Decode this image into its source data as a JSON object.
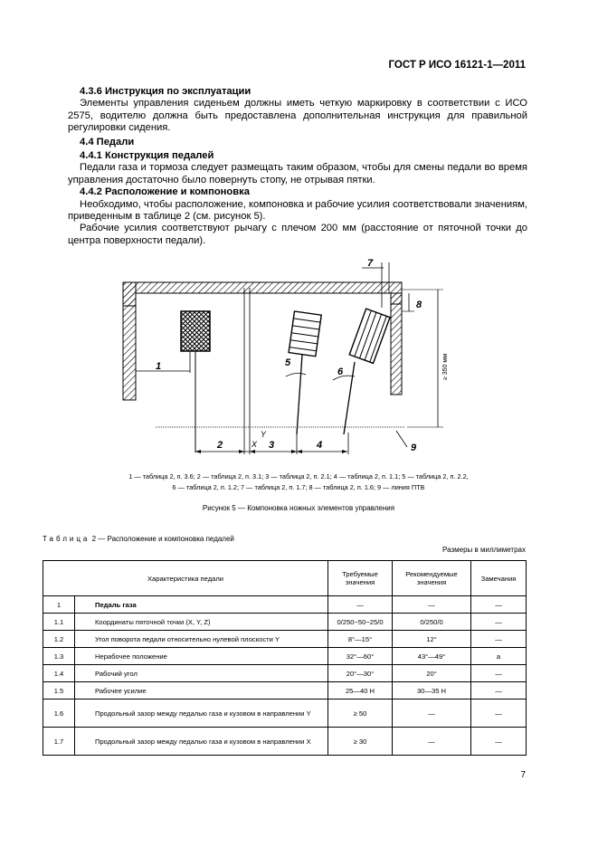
{
  "header": {
    "standard": "ГОСТ Р ИСО 16121-1—2011"
  },
  "sections": {
    "s436_title": "4.3.6 Инструкция по эксплуатации",
    "s436_text": "Элементы управления сиденьем должны иметь четкую маркировку в соответствии с ИСО 2575, водителю должна быть предоставлена дополнительная инструкция для правильной регулировки сидения.",
    "s44_title": "4.4 Педали",
    "s441_title": "4.4.1 Конструкция педалей",
    "s441_text": "Педали газа и тормоза следует размещать таким образом, чтобы для смены педали во время управления достаточно было повернуть стопу, не отрывая пятки.",
    "s442_title": "4.4.2 Расположение и компоновка",
    "s442_text1": "Необходимо, чтобы расположение, компоновка и рабочие усилия соответствовали значениям, приведенным в таблице 2 (см. рисунок 5).",
    "s442_text2": "Рабочие усилия соответствуют рычагу с плечом 200 мм (расстояние от пяточной точки до центра поверхности педали)."
  },
  "figure": {
    "labels": {
      "l1": "1",
      "l2": "2",
      "l3": "3",
      "l4": "4",
      "l5": "5",
      "l6": "6",
      "l7": "7",
      "l8": "8",
      "l9": "9",
      "x": "X",
      "y": "Y",
      "dim": "≥ 350 мм"
    },
    "legend_line1": "1 — таблица 2, п. 3.6; 2 — таблица 2, п. 3.1; 3 — таблица 2, п. 2.1; 4 — таблица 2, п. 1.1; 5 — таблица 2, п. 2.2,",
    "legend_line2": "6 — таблица 2, п. 1.2; 7 — таблица 2, п. 1.7; 8 — таблица 2, п. 1.6; 9 — линия ПТВ",
    "caption": "Рисунок 5 — Компоновка ножных элементов управления"
  },
  "table": {
    "title_prefix": "Таблица",
    "title_rest": "2 — Расположение и компоновка педалей",
    "units": "Размеры в миллиметрах",
    "headers": [
      "Характеристика педали",
      "Требуемые значения",
      "Рекомендуемые значения",
      "Замечания"
    ],
    "rows": [
      {
        "n": "1",
        "name": "Педаль газа",
        "req": "—",
        "rec": "—",
        "note": "—",
        "bold": true
      },
      {
        "n": "1.1",
        "name": "Координаты пяточной точки (X, Y, Z)",
        "req": "0/250−50−25/0",
        "rec": "0/250/0",
        "note": "—"
      },
      {
        "n": "1.2",
        "name": "Угол поворота педали относительно нулевой плоскости Y",
        "req": "8°—15°",
        "rec": "12°",
        "note": "—"
      },
      {
        "n": "1.3",
        "name": "Нерабочее положение",
        "req": "32°—60°",
        "rec": "43°—49°",
        "note": "а"
      },
      {
        "n": "1.4",
        "name": "Рабочий угол",
        "req": "20°—30°",
        "rec": "20°",
        "note": "—"
      },
      {
        "n": "1.5",
        "name": "Рабочее усилие",
        "req": "25—40 Н",
        "rec": "30—35 Н",
        "note": "—"
      },
      {
        "n": "1.6",
        "name": "Продольный зазор между педалью газа и кузовом в направлении Y",
        "req": "≥ 50",
        "rec": "—",
        "note": "—"
      },
      {
        "n": "1.7",
        "name": "Продольный зазор между педалью газа и кузовом в направлении X",
        "req": "≥ 30",
        "rec": "—",
        "note": "—"
      }
    ]
  },
  "page_number": "7"
}
